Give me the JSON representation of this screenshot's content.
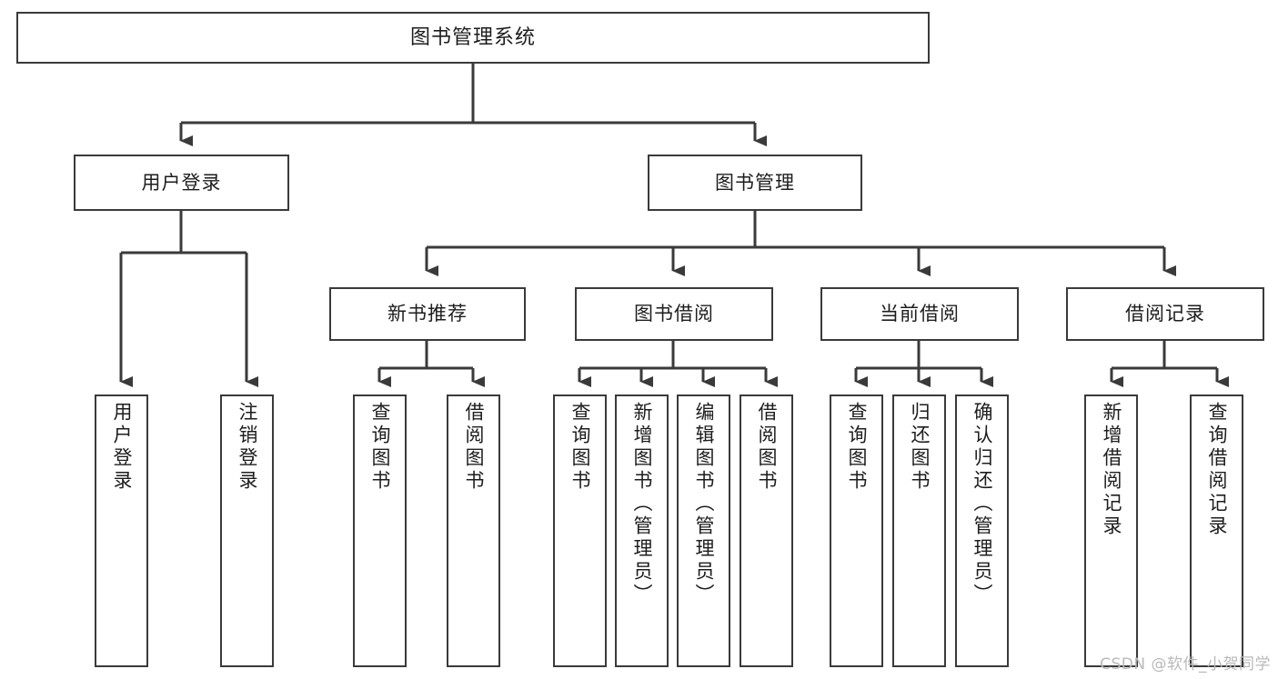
{
  "diagram": {
    "kind": "tree-flowchart",
    "title": "图书管理系统",
    "orientation": "top-down",
    "line_color": "#3a3a3a",
    "box_fill": "#ffffff",
    "text_color": "#1d1d1d"
  },
  "nodes": {
    "root": {
      "label": "图书管理系统"
    },
    "level2": [
      {
        "id": "user-login",
        "label": "用户登录"
      },
      {
        "id": "book-manage",
        "label": "图书管理"
      }
    ],
    "level3": [
      {
        "id": "new-book-recommend",
        "label": "新书推荐"
      },
      {
        "id": "book-borrow",
        "label": "图书借阅"
      },
      {
        "id": "current-borrow",
        "label": "当前借阅"
      },
      {
        "id": "borrow-record",
        "label": "借阅记录"
      }
    ],
    "leaves": {
      "user-login": [
        {
          "id": "leaf-user-login",
          "label": "用户登录"
        },
        {
          "id": "leaf-user-logout",
          "label": "注销登录"
        }
      ],
      "new-book-recommend": [
        {
          "id": "leaf-query-book-1",
          "label": "查询图书"
        },
        {
          "id": "leaf-borrow-book-1",
          "label": "借阅图书"
        }
      ],
      "book-borrow": [
        {
          "id": "leaf-query-book-2",
          "label": "查询图书"
        },
        {
          "id": "leaf-add-book",
          "label": "新增图书（管理员）"
        },
        {
          "id": "leaf-edit-book",
          "label": "编辑图书（管理员）"
        },
        {
          "id": "leaf-borrow-book-2",
          "label": "借阅图书"
        }
      ],
      "current-borrow": [
        {
          "id": "leaf-query-book-3",
          "label": "查询图书"
        },
        {
          "id": "leaf-return-book",
          "label": "归还图书"
        },
        {
          "id": "leaf-confirm-return",
          "label": "确认归还（管理员）"
        }
      ],
      "borrow-record": [
        {
          "id": "leaf-add-record",
          "label": "新增借阅记录"
        },
        {
          "id": "leaf-query-record",
          "label": "查询借阅记录"
        }
      ]
    }
  },
  "watermark": {
    "text": "CSDN @软件_小贺同学"
  }
}
